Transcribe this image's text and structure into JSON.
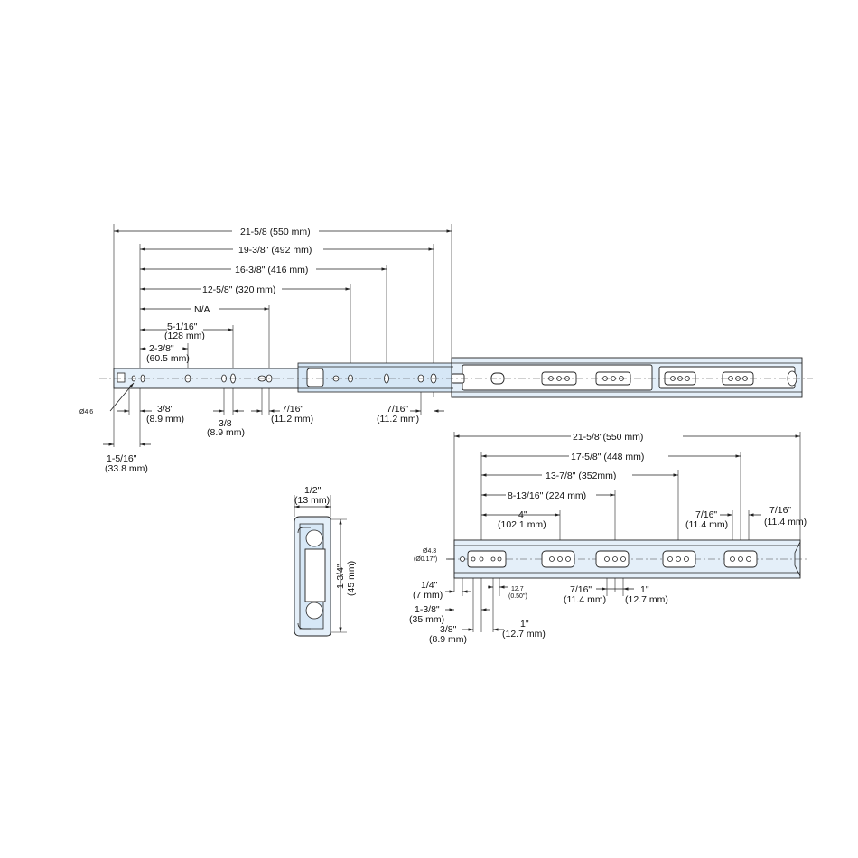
{
  "top_dims": {
    "overall": "21-5/8  (550 mm)",
    "d492": "19-3/8\" (492 mm)",
    "d416": "16-3/8\" (416 mm)",
    "d320": "12-5/8\" (320 mm)",
    "na": "N/A",
    "d128_in": "5-1/16\"",
    "d128_mm": "(128 mm)",
    "d60_in": "2-3/8\"",
    "d60_mm": "(60.5 mm)",
    "phi": "Ø4.6",
    "d89_in": "3/8\"",
    "d89_mm": "(8.9 mm)",
    "d89b_in": "3/8",
    "d89b_mm": "(8.9 mm)",
    "d112a_in": "7/16\"",
    "d112a_mm": "(11.2 mm)",
    "d112b_in": "7/16\"",
    "d112b_mm": "(11.2 mm)",
    "d338_in": "1-5/16\"",
    "d338_mm": "(33.8 mm)"
  },
  "section": {
    "width_in": "1/2\"",
    "width_mm": "(13 mm)",
    "height_in": "1-3/4\"",
    "height_mm": "(45 mm)"
  },
  "bottom_dims": {
    "overall": "21-5/8\"(550 mm)",
    "d448": "17-5/8\" (448 mm)",
    "d352": "13-7/8\" (352mm)",
    "d224": "8-13/16\" (224 mm)",
    "d4_in": "4\"",
    "d4_mm": "(102.1 mm)",
    "d114a_in": "7/16\"",
    "d114a_mm": "(11.4  mm)",
    "d114b_in": "7/16\"",
    "d114b_mm": "(11.4  mm)",
    "phi43": "Ø4.3",
    "phi43_in": "(Ø0.17\")",
    "d7_in": "1/4\"",
    "d7_mm": "(7 mm)",
    "d35_in": "1-3/8\"",
    "d35_mm": "(35 mm)",
    "d127s_mm": "12.7",
    "d127s_in": "(0.50\")",
    "d89_in": "3/8\"",
    "d89_mm": "(8.9 mm)",
    "d1_in": "1\"",
    "d1_mm": "(12.7 mm)",
    "d114c_in": "7/16\"",
    "d114c_mm": "(11.4  mm)",
    "d127_in": "1\"",
    "d127_mm": "(12.7 mm)"
  }
}
